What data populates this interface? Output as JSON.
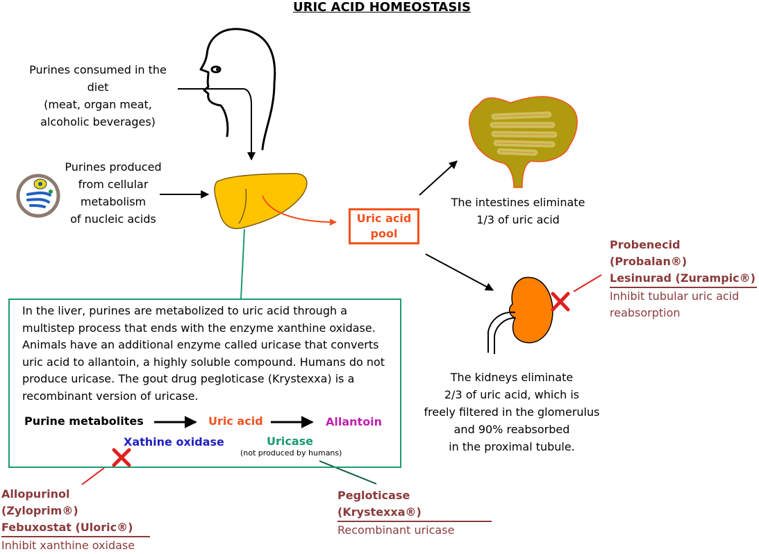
{
  "title": "URIC ACID HOMEOSTASIS",
  "diet": {
    "lines": [
      "Purines consumed in the diet",
      "(meat, organ meat,",
      "alcoholic beverages)"
    ]
  },
  "cellular": {
    "lines": [
      "Purines produced",
      "from cellular",
      "metabolism",
      "of nucleic acids"
    ]
  },
  "pool": {
    "lines": [
      "Uric acid",
      "pool"
    ]
  },
  "intestine": {
    "lines": [
      "The intestines eliminate",
      "1/3 of uric acid"
    ]
  },
  "kidney": {
    "lines": [
      "The kidneys eliminate",
      "2/3 of uric acid, which is",
      "freely filtered in the glomerulus",
      "and 90% reabsorbed",
      "in the proximal tubule."
    ]
  },
  "liver_box": {
    "text": "In the liver, purines are metabolized to uric acid through a multistep process that ends with the enzyme xanthine oxidase. Animals have an additional enzyme called uricase that converts uric acid to allantoin, a highly soluble compound. Humans do not produce uricase. The gout drug pegloticase (Krystexxa) is a recombinant version of uricase.",
    "pathway": {
      "step1": "Purine metabolites",
      "step2": "Uric acid",
      "step3": "Allantoin",
      "enzyme1": "Xathine oxidase",
      "enzyme2": "Uricase",
      "enzyme2_note": "(not produced by humans)"
    }
  },
  "drugs": {
    "xanthine": {
      "names": [
        "Allopurinol (Zyloprim®)",
        "Febuxostat (Uloric®)"
      ],
      "action": "Inhibit xanthine oxidase"
    },
    "uricase": {
      "names": [
        "Pegloticase (Krystexxa®)"
      ],
      "action": "Recombinant uricase"
    },
    "kidney": {
      "names": [
        "Probenecid (Probalan®)",
        "Lesinurad (Zurampic®)"
      ],
      "action": [
        "Inhibit tubular uric acid",
        "reabsorption"
      ]
    }
  },
  "colors": {
    "uric_acid": "#f4511e",
    "allantoin": "#c020b0",
    "xanthine_oxidase": "#2020c0",
    "uricase": "#1a9a70",
    "drug": "#8b3a3a",
    "block_x": "#e02020",
    "liver": "#ffc400",
    "kidney_organ": "#ff8000",
    "intestine": "#b09a10"
  },
  "icons": [
    "head-profile-icon",
    "cell-icon",
    "liver-icon",
    "intestine-icon",
    "kidney-icon",
    "block-x-icon"
  ]
}
